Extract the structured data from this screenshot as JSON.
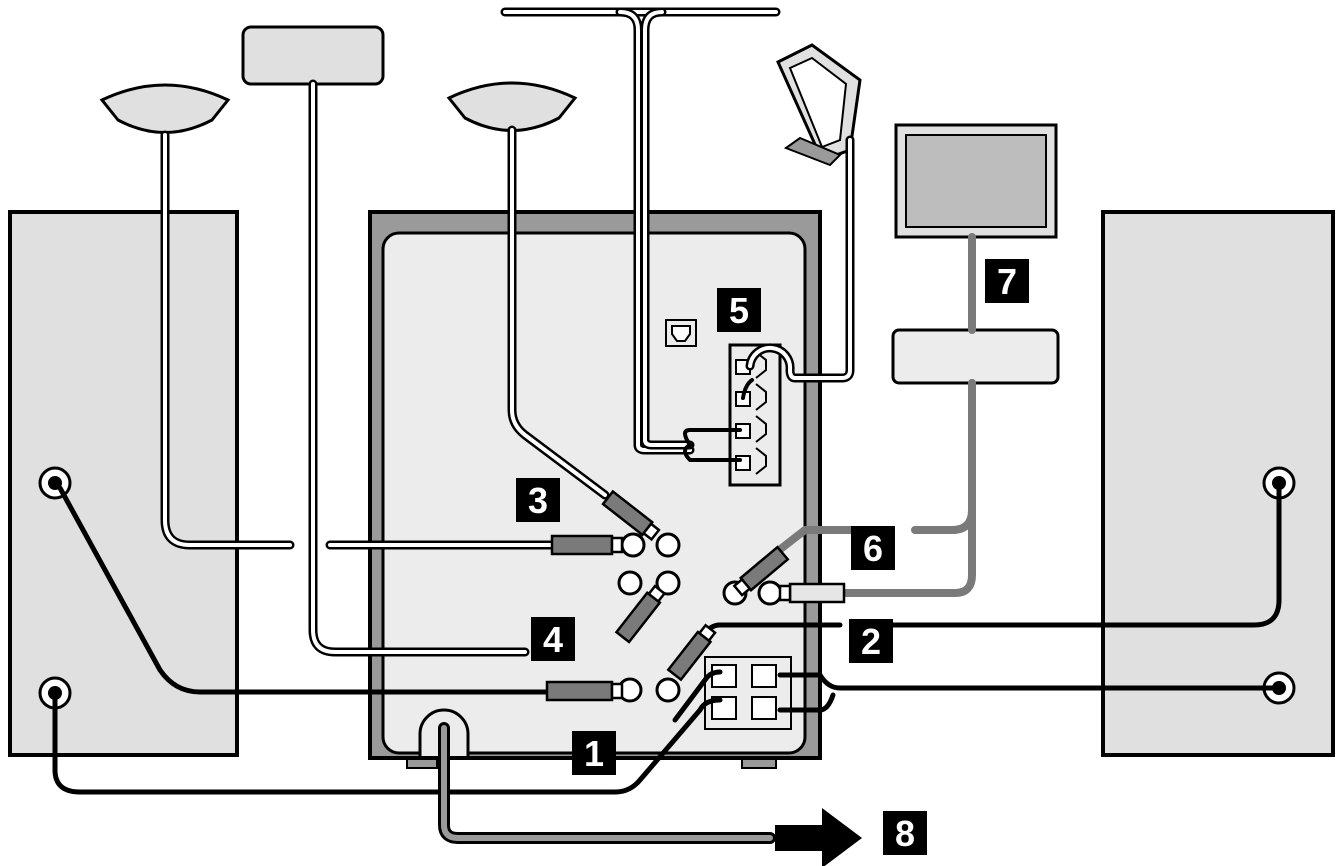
{
  "colors": {
    "panel": "#e0e0e0",
    "panel_dark": "#9a9a9a",
    "outline": "#000000",
    "cable_gray": "#808080",
    "badge": "#000000",
    "badge_text": "#ffffff"
  },
  "badges": {
    "one": "1",
    "two": "2",
    "three": "3",
    "four": "4",
    "five": "5",
    "six": "6",
    "seven": "7",
    "eight": "8"
  },
  "icons": {
    "arrow": "arrow-right-icon",
    "optical": "optical-jack-icon",
    "am_antenna": "am-loop-antenna-icon",
    "fm_antenna": "fm-t-antenna-icon"
  }
}
